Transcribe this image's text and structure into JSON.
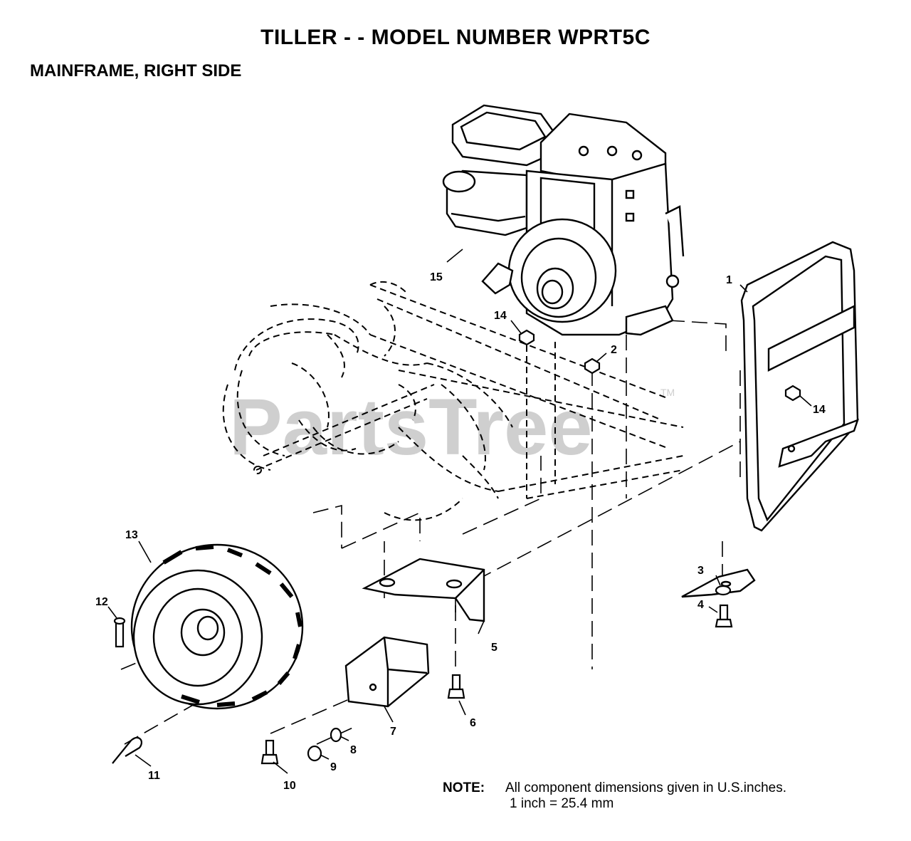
{
  "title": "TILLER - - MODEL NUMBER WPRT5C",
  "subtitle": "MAINFRAME, RIGHT SIDE",
  "watermark": {
    "text": "PartsTree",
    "mark": "TM"
  },
  "callouts": {
    "c1": "1",
    "c2": "2",
    "c3": "3",
    "c4": "4",
    "c5": "5",
    "c6": "6",
    "c7": "7",
    "c8": "8",
    "c9": "9",
    "c10": "10",
    "c11": "11",
    "c12": "12",
    "c13": "13",
    "c14a": "14",
    "c14b": "14",
    "c15": "15"
  },
  "note": {
    "label": "NOTE:",
    "line1": "All component dimensions given in U.S.inches.",
    "line2": "1 inch = 25.4 mm"
  }
}
